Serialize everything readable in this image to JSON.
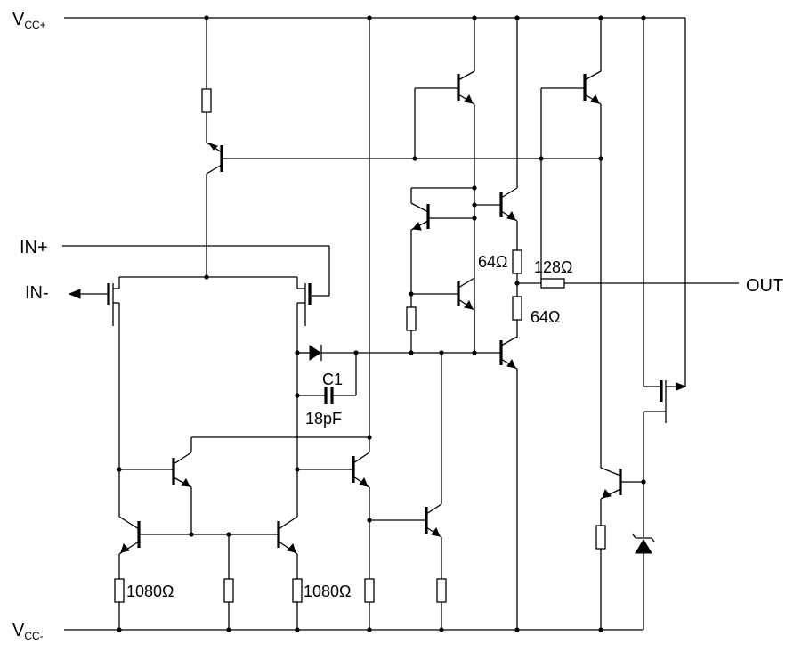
{
  "labels": {
    "vcc_plus": "V",
    "vcc_plus_sub": "CC+",
    "vcc_minus": "V",
    "vcc_minus_sub": "CC-",
    "in_plus": "IN+",
    "in_minus": "IN-",
    "out": "OUT",
    "c1": "C1",
    "c1_value": "18pF",
    "r_1080_left": "1080Ω",
    "r_1080_right": "1080Ω",
    "r_64_top": "64Ω",
    "r_64_bottom": "64Ω",
    "r_128": "128Ω"
  }
}
